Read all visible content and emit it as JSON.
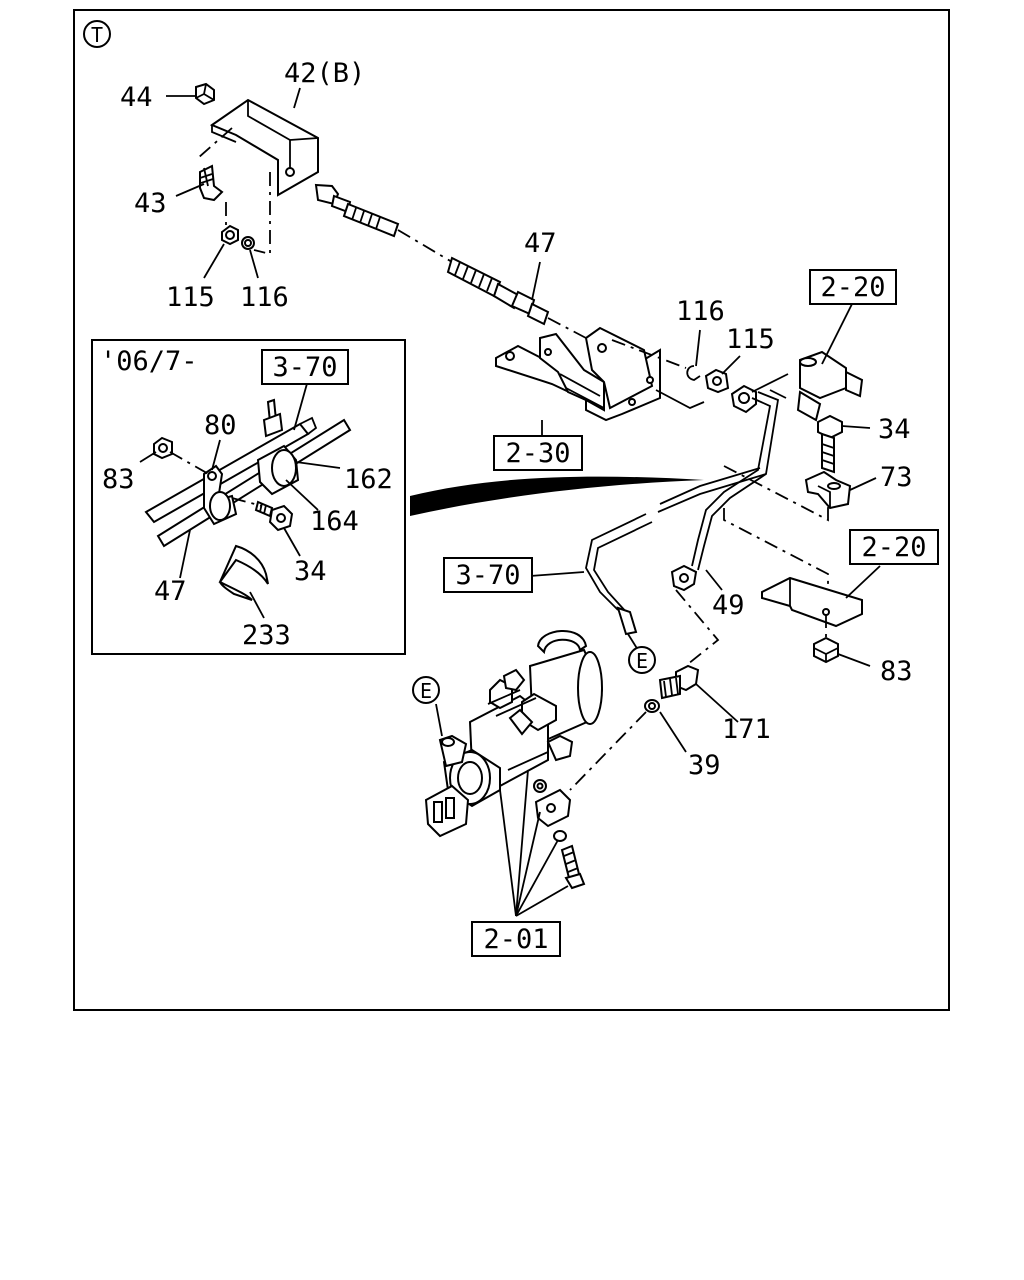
{
  "corner_mark": "T",
  "inset_note": "'06/7-",
  "connector_mark_1": "E",
  "connector_mark_2": "E",
  "part_labels": {
    "p44": "44",
    "p42b": "42(B)",
    "p43": "43",
    "p115_top": "115",
    "p116_top": "116",
    "p47_top": "47",
    "p116_mid": "116",
    "p115_mid": "115",
    "p34_right": "34",
    "p73": "73",
    "p49": "49",
    "p83_right": "83",
    "p171": "171",
    "p39": "39",
    "p80": "80",
    "p83_inset": "83",
    "p162": "162",
    "p164": "164",
    "p34_inset": "34",
    "p47_inset": "47",
    "p233": "233"
  },
  "ref_boxes": {
    "r2_20_top": "2-20",
    "r2_30": "2-30",
    "r3_70_inset": "3-70",
    "r2_20_mid": "2-20",
    "r3_70_main": "3-70",
    "r2_01": "2-01"
  }
}
